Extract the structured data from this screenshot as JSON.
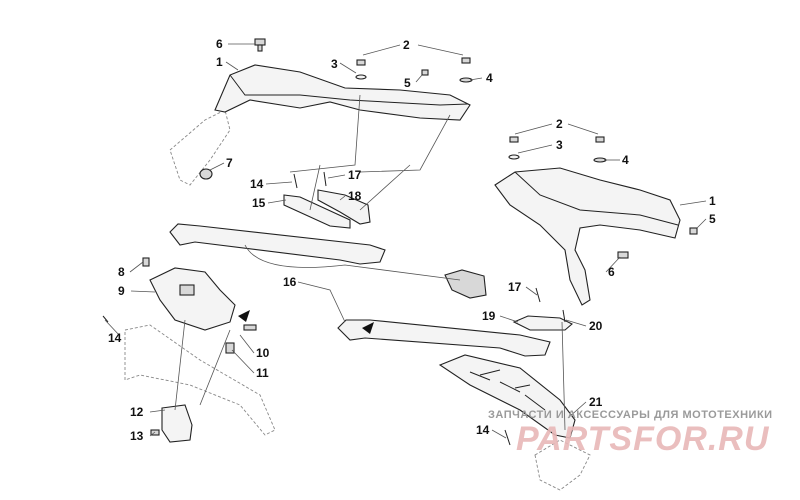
{
  "callouts": {
    "n1a": "1",
    "n1b": "1",
    "n2a": "2",
    "n2b": "2",
    "n3a": "3",
    "n3b": "3",
    "n4a": "4",
    "n4b": "4",
    "n5a": "5",
    "n5b": "5",
    "n6a": "6",
    "n6b": "6",
    "n7": "7",
    "n8": "8",
    "n9": "9",
    "n10": "10",
    "n11": "11",
    "n12": "12",
    "n13": "13",
    "n14a": "14",
    "n14b": "14",
    "n14c": "14",
    "n15": "15",
    "n16": "16",
    "n17a": "17",
    "n17b": "17",
    "n18": "18",
    "n19": "19",
    "n20": "20",
    "n21": "21"
  },
  "watermark": {
    "tagline": "ЗАПЧАСТИ И АКСЕССУАРЫ ДЛЯ МОТОТЕХНИКИ",
    "logo": "PARTSFOR.RU"
  }
}
